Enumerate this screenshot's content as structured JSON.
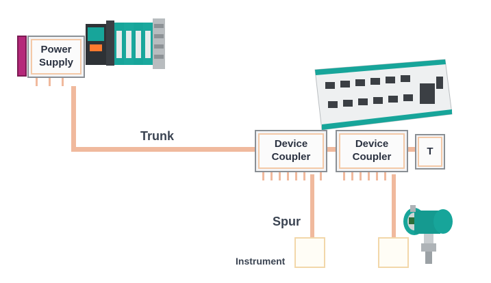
{
  "power_supply": {
    "label_line1": "Power",
    "label_line2": "Supply"
  },
  "trunk_label": "Trunk",
  "spur_label": "Spur",
  "instrument_label": "Instrument",
  "device_coupler_1": {
    "label_line1": "Device",
    "label_line2": "Coupler"
  },
  "device_coupler_2": {
    "label_line1": "Device",
    "label_line2": "Coupler"
  },
  "terminator_label": "T",
  "colors": {
    "wire": "#f0b99d",
    "box_border": "#8a8f94",
    "accent": "#17a59a",
    "magenta": "#b5287a"
  }
}
